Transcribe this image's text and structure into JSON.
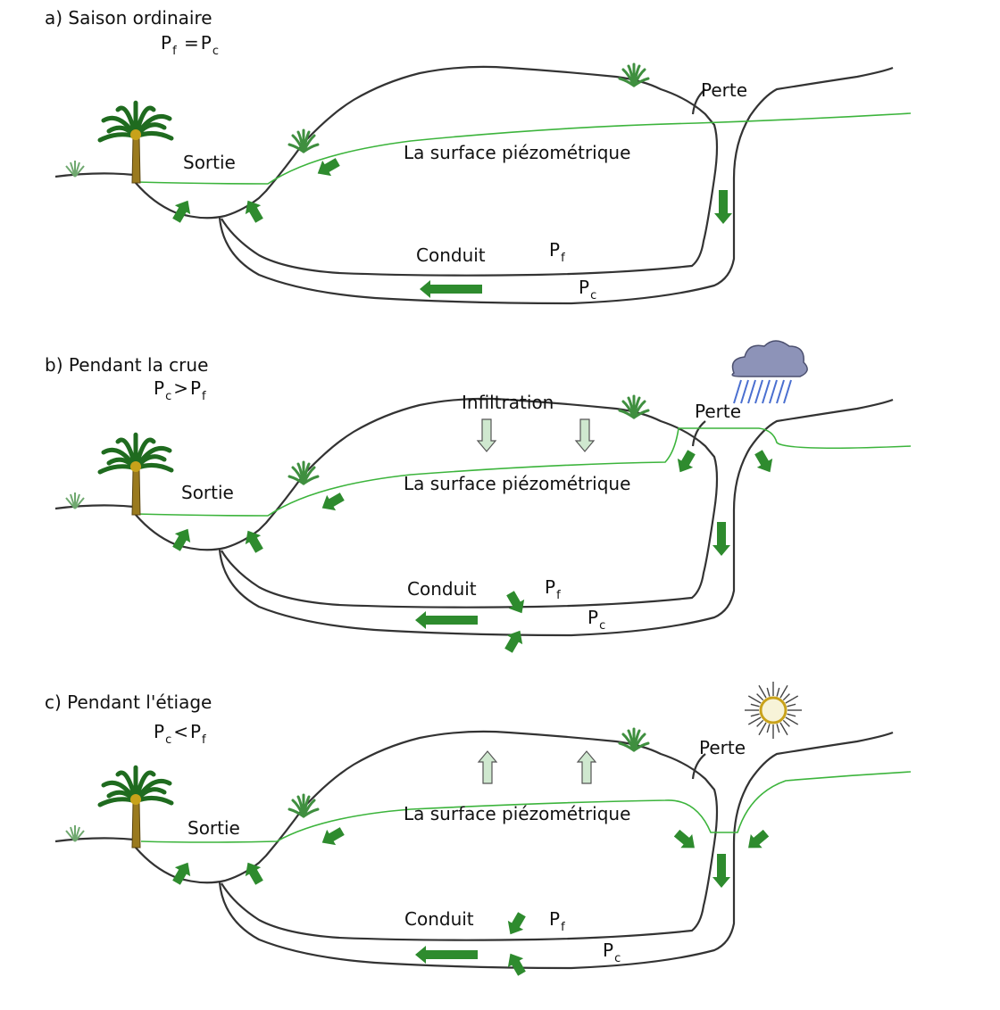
{
  "panels": [
    {
      "title": "a) Saison ordinaire",
      "relation": {
        "left_var": "P",
        "left_sub": "f",
        "operator": "=",
        "right_var": "P",
        "right_sub": "c"
      },
      "labels": {
        "sortie": "Sortie",
        "surface": "La surface piézométrique",
        "conduit": "Conduit",
        "perte": "Perte",
        "pf_var": "P",
        "pf_sub": "f",
        "pc_var": "P",
        "pc_sub": "c"
      },
      "weather": "none"
    },
    {
      "title": "b) Pendant la crue",
      "relation": {
        "left_var": "P",
        "left_sub": "c",
        "operator": ">",
        "right_var": "P",
        "right_sub": "f"
      },
      "labels": {
        "sortie": "Sortie",
        "surface": "La surface piézométrique",
        "conduit": "Conduit",
        "perte": "Perte",
        "infiltration": "Infiltration",
        "pf_var": "P",
        "pf_sub": "f",
        "pc_var": "P",
        "pc_sub": "c"
      },
      "weather": "rain-cloud-icon"
    },
    {
      "title": "c) Pendant l'étiage",
      "relation": {
        "left_var": "P",
        "left_sub": "c",
        "operator": "<",
        "right_var": "P",
        "right_sub": "f"
      },
      "labels": {
        "sortie": "Sortie",
        "surface": "La surface piézométrique",
        "conduit": "Conduit",
        "perte": "Perte",
        "pf_var": "P",
        "pf_sub": "f",
        "pc_var": "P",
        "pc_sub": "c"
      },
      "weather": "sun-icon"
    }
  ],
  "colors": {
    "rock_outline": "#333333",
    "water_table": "#3cb43c",
    "flow_arrow": "#2e8b2e",
    "infiltration_arrow": "#cfe8cf",
    "palm_trunk": "#9a7a1e",
    "plant": "#3f8f3f",
    "cloud": "#8d93b8",
    "rain": "#4a6fd0",
    "sun": "#c9a21a"
  }
}
